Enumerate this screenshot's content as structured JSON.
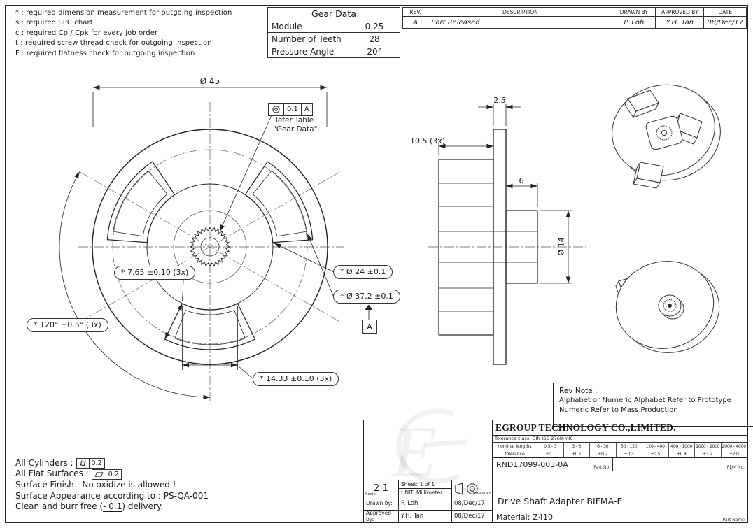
{
  "notes_top": [
    "* : required dimension measurement for outgoing inspection",
    "s : required SPC chart",
    "c : required Cp / Cpk for every job order",
    "t : required screw thread check for outgoing inspection",
    "F : required flatness check for outgoing inspection"
  ],
  "gear_table": {
    "title": "Gear Data",
    "rows": [
      {
        "label": "Module",
        "value": "0.25"
      },
      {
        "label": "Number of Teeth",
        "value": "28"
      },
      {
        "label": "Pressure Angle",
        "value": "20°"
      }
    ]
  },
  "rev_table": {
    "headers": [
      "REV.",
      "DESCRIPTION",
      "DRAWN BY",
      "APPROVED BY",
      "DATE"
    ],
    "row": {
      "rev": "A",
      "description": "Part Released",
      "drawn_by": "P. Loh",
      "approved_by": "Y.H. Tan",
      "date": "08/Dec/17"
    }
  },
  "front_view": {
    "dim_outer_diameter": "Ø 45",
    "fcf_tolerance": "0.1",
    "fcf_datum": "A",
    "fcf_note_line1": "Refer Table",
    "fcf_note_line2": "\"Gear Data\"",
    "dim_slot_width": "* 7.65 ±0.10 (3x)",
    "dim_inner_diameter": "* Ø 24 ±0.1",
    "dim_slot_circle": "* Ø 37.2 ±0.1",
    "datum_label": "A",
    "dim_angle": "* 120° ±0.5° (3x)",
    "dim_slot_length": "* 14.33 ±0.10 (3x)"
  },
  "side_view": {
    "dim_flange_thickness": "2.5",
    "dim_wedge_depth": "10.5 (3x)",
    "dim_boss_length": "6",
    "dim_boss_diameter": "Ø 14"
  },
  "rev_note": {
    "title": "Rev Note :",
    "line1": "Alphabet or Numeric Alphabet Refer to Prototype",
    "line2": "Numeric Refer to Mass Production"
  },
  "bottom_notes": {
    "cylinders_label": "All Cylinders :",
    "cylinders_tolerance": "0.2",
    "flat_label": "All Flat Surfaces :",
    "flat_tolerance": "0.2",
    "surface_finish": "Surface Finish : No oxidize is allowed !",
    "surface_appearance": "Surface Appearance according to : PS-QA-001",
    "delivery_pre": "Clean and burr free (",
    "delivery_underlined": "- 0.1",
    "delivery_post": ") delivery."
  },
  "title_block": {
    "company": "EGROUP TECHNOLOGY CO.,LIMITED.",
    "tolerance_class": "Tolerance class: DIN ISO 2768-mK",
    "nominal_header": "nominal lengths",
    "nominal_values": [
      "0.5 - 3",
      "3 - 6",
      "6 - 30",
      "30 - 120",
      "120 - 400",
      "400 - 1000",
      "1000 - 2000",
      "2000 - 4000"
    ],
    "tolerance_header": "tolerance",
    "tolerance_values": [
      "±0.1",
      "±0.1",
      "±0.2",
      "±0.3",
      "±0.5",
      "±0.8",
      "±1.2",
      "±2.0"
    ],
    "part_no": "RND17099-003-0A",
    "part_no_label": "Part No.",
    "pdm_label": "PDM No.",
    "scale": "2:1",
    "scale_label": "Scale",
    "sheet": "Sheet: 1 of 1",
    "unit": "UNIT: Millimeter",
    "projection_label": "3rd ANGLE",
    "drawn_label": "Drawn by:",
    "drawn_name": "P. Loh",
    "drawn_date": "08/Dec/17",
    "approved_label": "Approved by:",
    "approved_name": "Y.H. Tan",
    "approved_date": "08/Dec/17",
    "part_title": "Drive Shaft Adapter BIFMA-E",
    "material_label": "Material:",
    "material": "Z410",
    "part_name_label": "Part Name"
  },
  "watermark": "E"
}
